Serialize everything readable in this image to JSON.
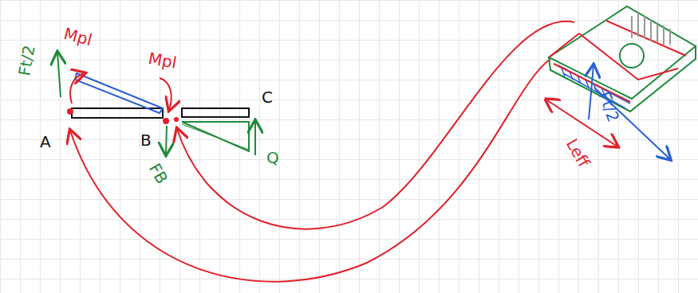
{
  "diagram": {
    "labels": [
      "Ft/2",
      "Mpl",
      "Mpl",
      "A",
      "B",
      "C",
      "FB",
      "Q",
      "Ft/2",
      "Leff"
    ]
  }
}
